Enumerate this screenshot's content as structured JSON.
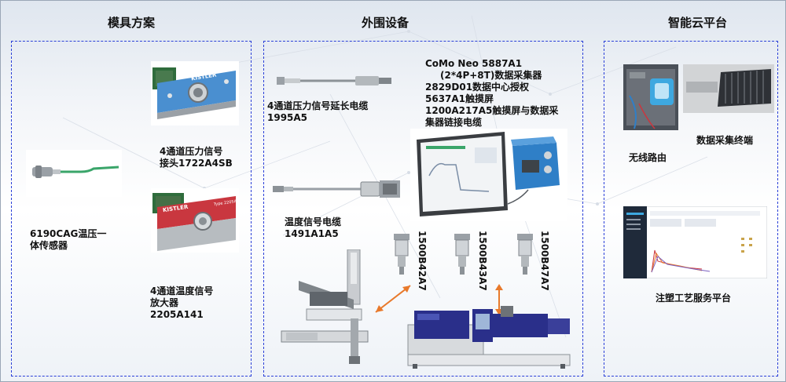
{
  "sections": {
    "mold": "模具方案",
    "peripheral": "外围设备",
    "cloud": "智能云平台"
  },
  "mold": {
    "sensor_label_1": "6190CAG温压一",
    "sensor_label_2": "体传感器",
    "pressure_conn_1": "4通道压力信号",
    "pressure_conn_2": "接头1722A4SB",
    "temp_amp_1": "4通道温度信号",
    "temp_amp_2": "放大器",
    "temp_amp_3": "2205A141",
    "logo_text": "KISTLER",
    "logo_text_2": "KISTLER",
    "small_text": "Type 2205A"
  },
  "peripheral": {
    "ext_cable_1": "4通道压力信号延长电缆",
    "ext_cable_2": "1995A5",
    "temp_cable_1": "温度信号电缆",
    "temp_cable_2": "1491A1A5",
    "como_1": "CoMo Neo 5887A1",
    "como_2": "(2*4P+8T)数据采集器",
    "como_3": "2829D01数据中心授权",
    "como_4": "5637A1触摸屏",
    "como_5": "1200A217A5触摸屏与数据采",
    "como_6": "集器链接电缆",
    "conn_a": "1500B42A7",
    "conn_b": "1500B43A7",
    "conn_c": "1500B47A7"
  },
  "cloud": {
    "terminal": "数据采集终端",
    "router": "无线路由",
    "platform": "注塑工艺服务平台"
  },
  "colors": {
    "dashed_border": "#2a3fd8",
    "arrow": "#e8792b",
    "cable_green": "#3aa56a",
    "kistler_blue": "#4a8fd0",
    "kistler_red": "#c9373f",
    "machine_blue": "#2a2f8a"
  }
}
